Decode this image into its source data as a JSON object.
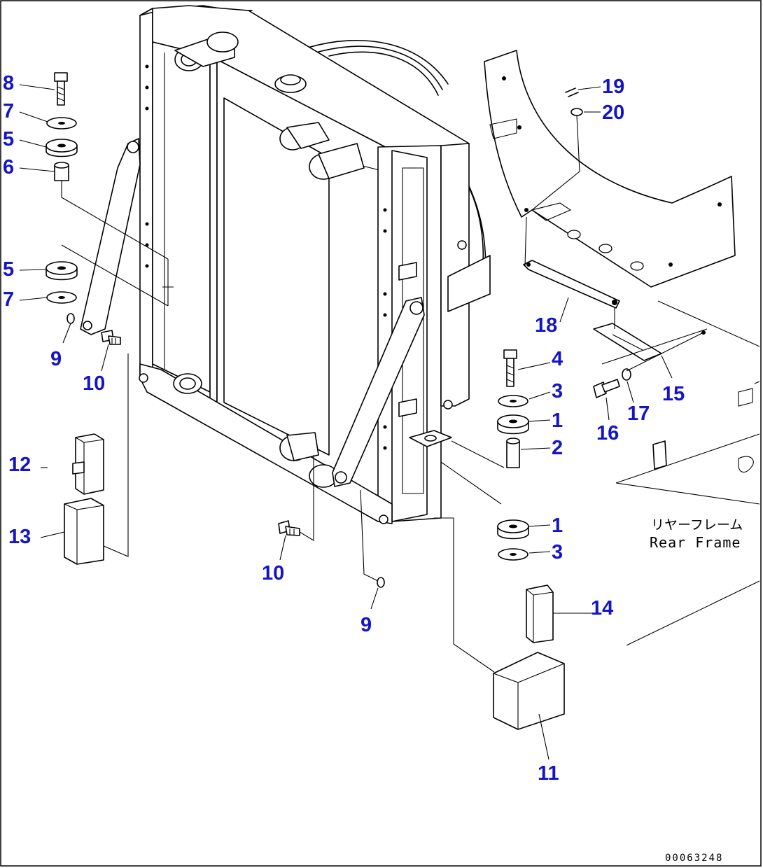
{
  "diagram": {
    "labels": {
      "l1a": "1",
      "l1b": "1",
      "l2": "2",
      "l3a": "3",
      "l3b": "3",
      "l4": "4",
      "l5a": "5",
      "l5b": "5",
      "l6": "6",
      "l7a": "7",
      "l7b": "7",
      "l8": "8",
      "l9a": "9",
      "l9b": "9",
      "l10a": "10",
      "l10b": "10",
      "l11": "11",
      "l12": "12",
      "l13": "13",
      "l14": "14",
      "l15": "15",
      "l16": "16",
      "l17": "17",
      "l18": "18",
      "l19": "19",
      "l20": "20"
    },
    "frame_label_jp": "リヤーフレーム",
    "frame_label_en": "Rear Frame",
    "document_number": "00063248"
  }
}
